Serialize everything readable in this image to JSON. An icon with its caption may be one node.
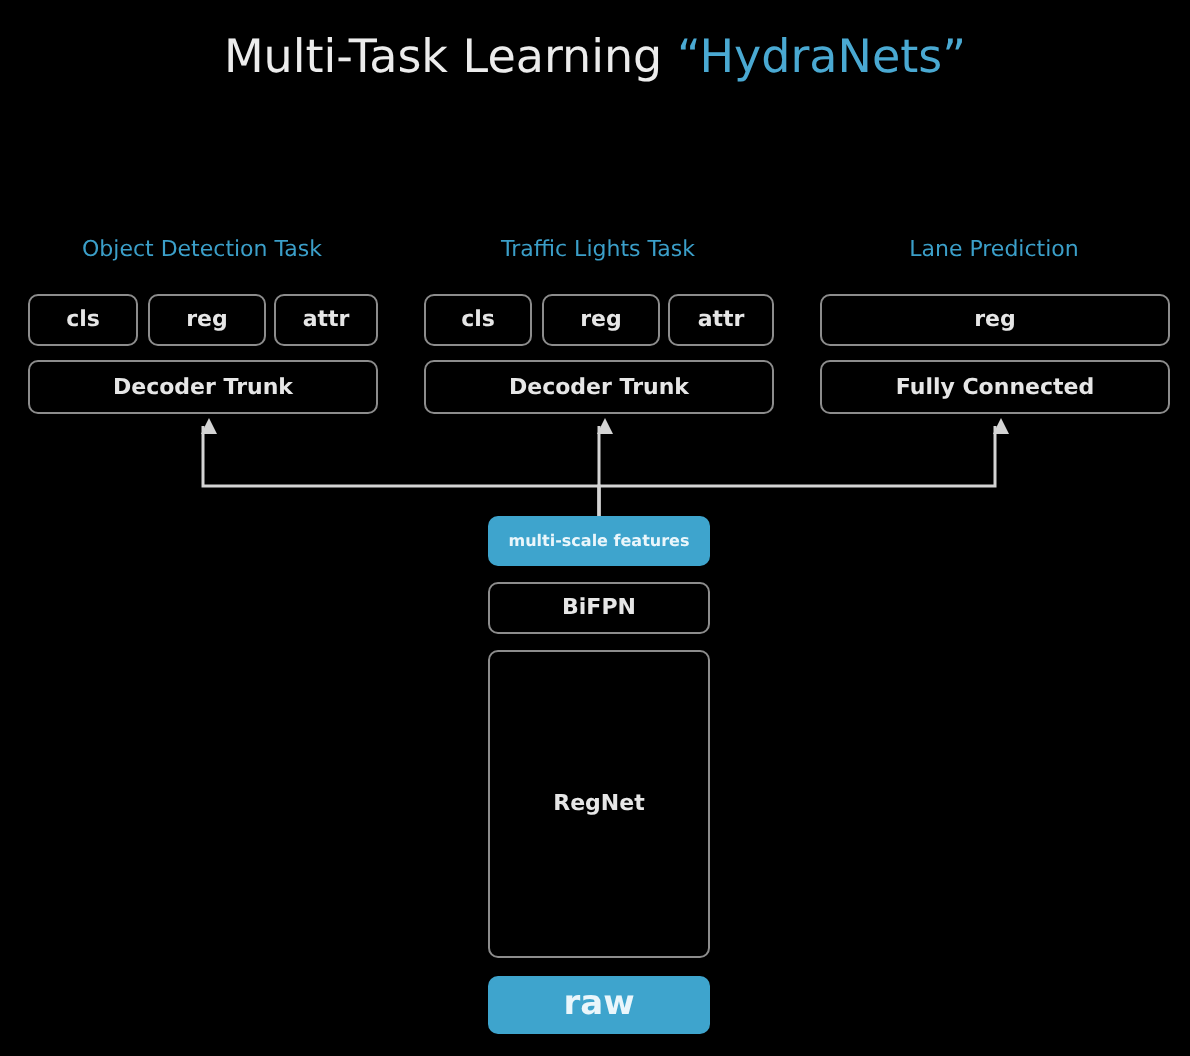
{
  "diagram": {
    "title": "Multi-Task Learning “HydraNets”",
    "nodes": [
      {
        "text": [
          "cls"
        ]
      },
      {
        "text": [
          "reg"
        ]
      },
      {
        "text": [
          "attr"
        ]
      },
      {
        "text": [
          "cls"
        ]
      },
      {
        "text": [
          "reg"
        ]
      },
      {
        "text": [
          "attr"
        ]
      },
      {
        "text": [
          "reg"
        ]
      },
      {
        "text": [
          "Decoder Trunk"
        ]
      },
      {
        "text": [
          "Decoder Trunk"
        ]
      },
      {
        "text": [
          "Fully Connected"
        ]
      },
      {
        "text": [
          "multi-scale features"
        ]
      },
      {
        "text": [
          "BiFPN"
        ]
      },
      {
        "text": [
          "RegNet"
        ]
      },
      {
        "text": [
          "raw"
        ]
      }
    ],
    "edges": [
      {
        "from": 10,
        "to": 7,
        "arrow": "to"
      },
      {
        "from": 10,
        "to": 8,
        "arrow": "to"
      },
      {
        "from": 10,
        "to": 9,
        "arrow": "to"
      }
    ],
    "labels": [
      "Object Detection Task",
      "Traffic Lights Task",
      "Lane Prediction"
    ]
  }
}
